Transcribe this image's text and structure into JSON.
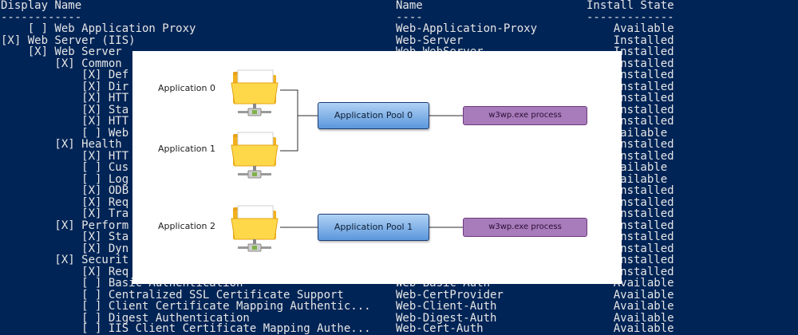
{
  "terminal": {
    "headers": {
      "display": "Display Name",
      "name": "Name",
      "state": "Install State"
    },
    "separators": {
      "display": "------------",
      "name": "----",
      "state": "-------------"
    },
    "rows": [
      {
        "display": "    [ ] Web Application Proxy",
        "name": "Web-Application-Proxy",
        "state": "    Available"
      },
      {
        "display": "[X] Web Server (IIS)",
        "name": "Web-Server",
        "state": "    Installed"
      },
      {
        "display": "    [X] Web Server",
        "name": "Web-WebServer",
        "state": "    Installed"
      },
      {
        "display": "        [X] Common",
        "name": "",
        "state": "    Installed"
      },
      {
        "display": "            [X] Def",
        "name": "",
        "state": "    Installed"
      },
      {
        "display": "            [X] Dir",
        "name": "",
        "state": "    Installed"
      },
      {
        "display": "            [X] HTT",
        "name": "",
        "state": "    Installed"
      },
      {
        "display": "            [X] Sta",
        "name": "",
        "state": "    Installed"
      },
      {
        "display": "            [X] HTT",
        "name": "",
        "state": "    Installed"
      },
      {
        "display": "            [ ] Web",
        "name": "",
        "state": "    vailable"
      },
      {
        "display": "        [X] Health",
        "name": "",
        "state": "    Installed"
      },
      {
        "display": "            [X] HTT",
        "name": "",
        "state": "    Installed"
      },
      {
        "display": "            [ ] Cus",
        "name": "",
        "state": "    vailable"
      },
      {
        "display": "            [ ] Log",
        "name": "",
        "state": "    vailable"
      },
      {
        "display": "            [X] ODB",
        "name": "",
        "state": "    Installed"
      },
      {
        "display": "            [X] Req",
        "name": "",
        "state": "    Installed"
      },
      {
        "display": "            [X] Tra",
        "name": "",
        "state": "    Installed"
      },
      {
        "display": "        [X] Perform",
        "name": "",
        "state": "    Installed"
      },
      {
        "display": "            [X] Sta",
        "name": "",
        "state": "    Installed"
      },
      {
        "display": "            [X] Dyn",
        "name": "",
        "state": "    Installed"
      },
      {
        "display": "        [X] Securit",
        "name": "",
        "state": "    Installed"
      },
      {
        "display": "            [X] Req",
        "name": "",
        "state": "    Installed"
      },
      {
        "display": "            [ ] Basic Authentication",
        "name": "Web-Basic-Auth",
        "state": "    Available"
      },
      {
        "display": "            [ ] Centralized SSL Certificate Support",
        "name": "Web-CertProvider",
        "state": "    Available"
      },
      {
        "display": "            [ ] Client Certificate Mapping Authentic...",
        "name": "Web-Client-Auth",
        "state": "    Available"
      },
      {
        "display": "            [ ] Digest Authentication",
        "name": "Web-Digest-Auth",
        "state": "    Available"
      },
      {
        "display": "            [ ] IIS Client Certificate Mapping Authe...",
        "name": "Web-Cert-Auth",
        "state": "    Available"
      }
    ]
  },
  "diagram": {
    "applications": [
      {
        "label": "Application 0"
      },
      {
        "label": "Application 1"
      },
      {
        "label": "Application 2"
      }
    ],
    "pools": [
      {
        "label": "Application Pool 0"
      },
      {
        "label": "Application Pool 1"
      }
    ],
    "processes": [
      {
        "label": "w3wp.exe process"
      },
      {
        "label": "w3wp.exe process"
      }
    ]
  },
  "colors": {
    "terminal_bg": "#012456",
    "terminal_text": "#e6e6e6",
    "pool_fill": "#6aa3e0",
    "process_fill": "#a87bbb"
  }
}
